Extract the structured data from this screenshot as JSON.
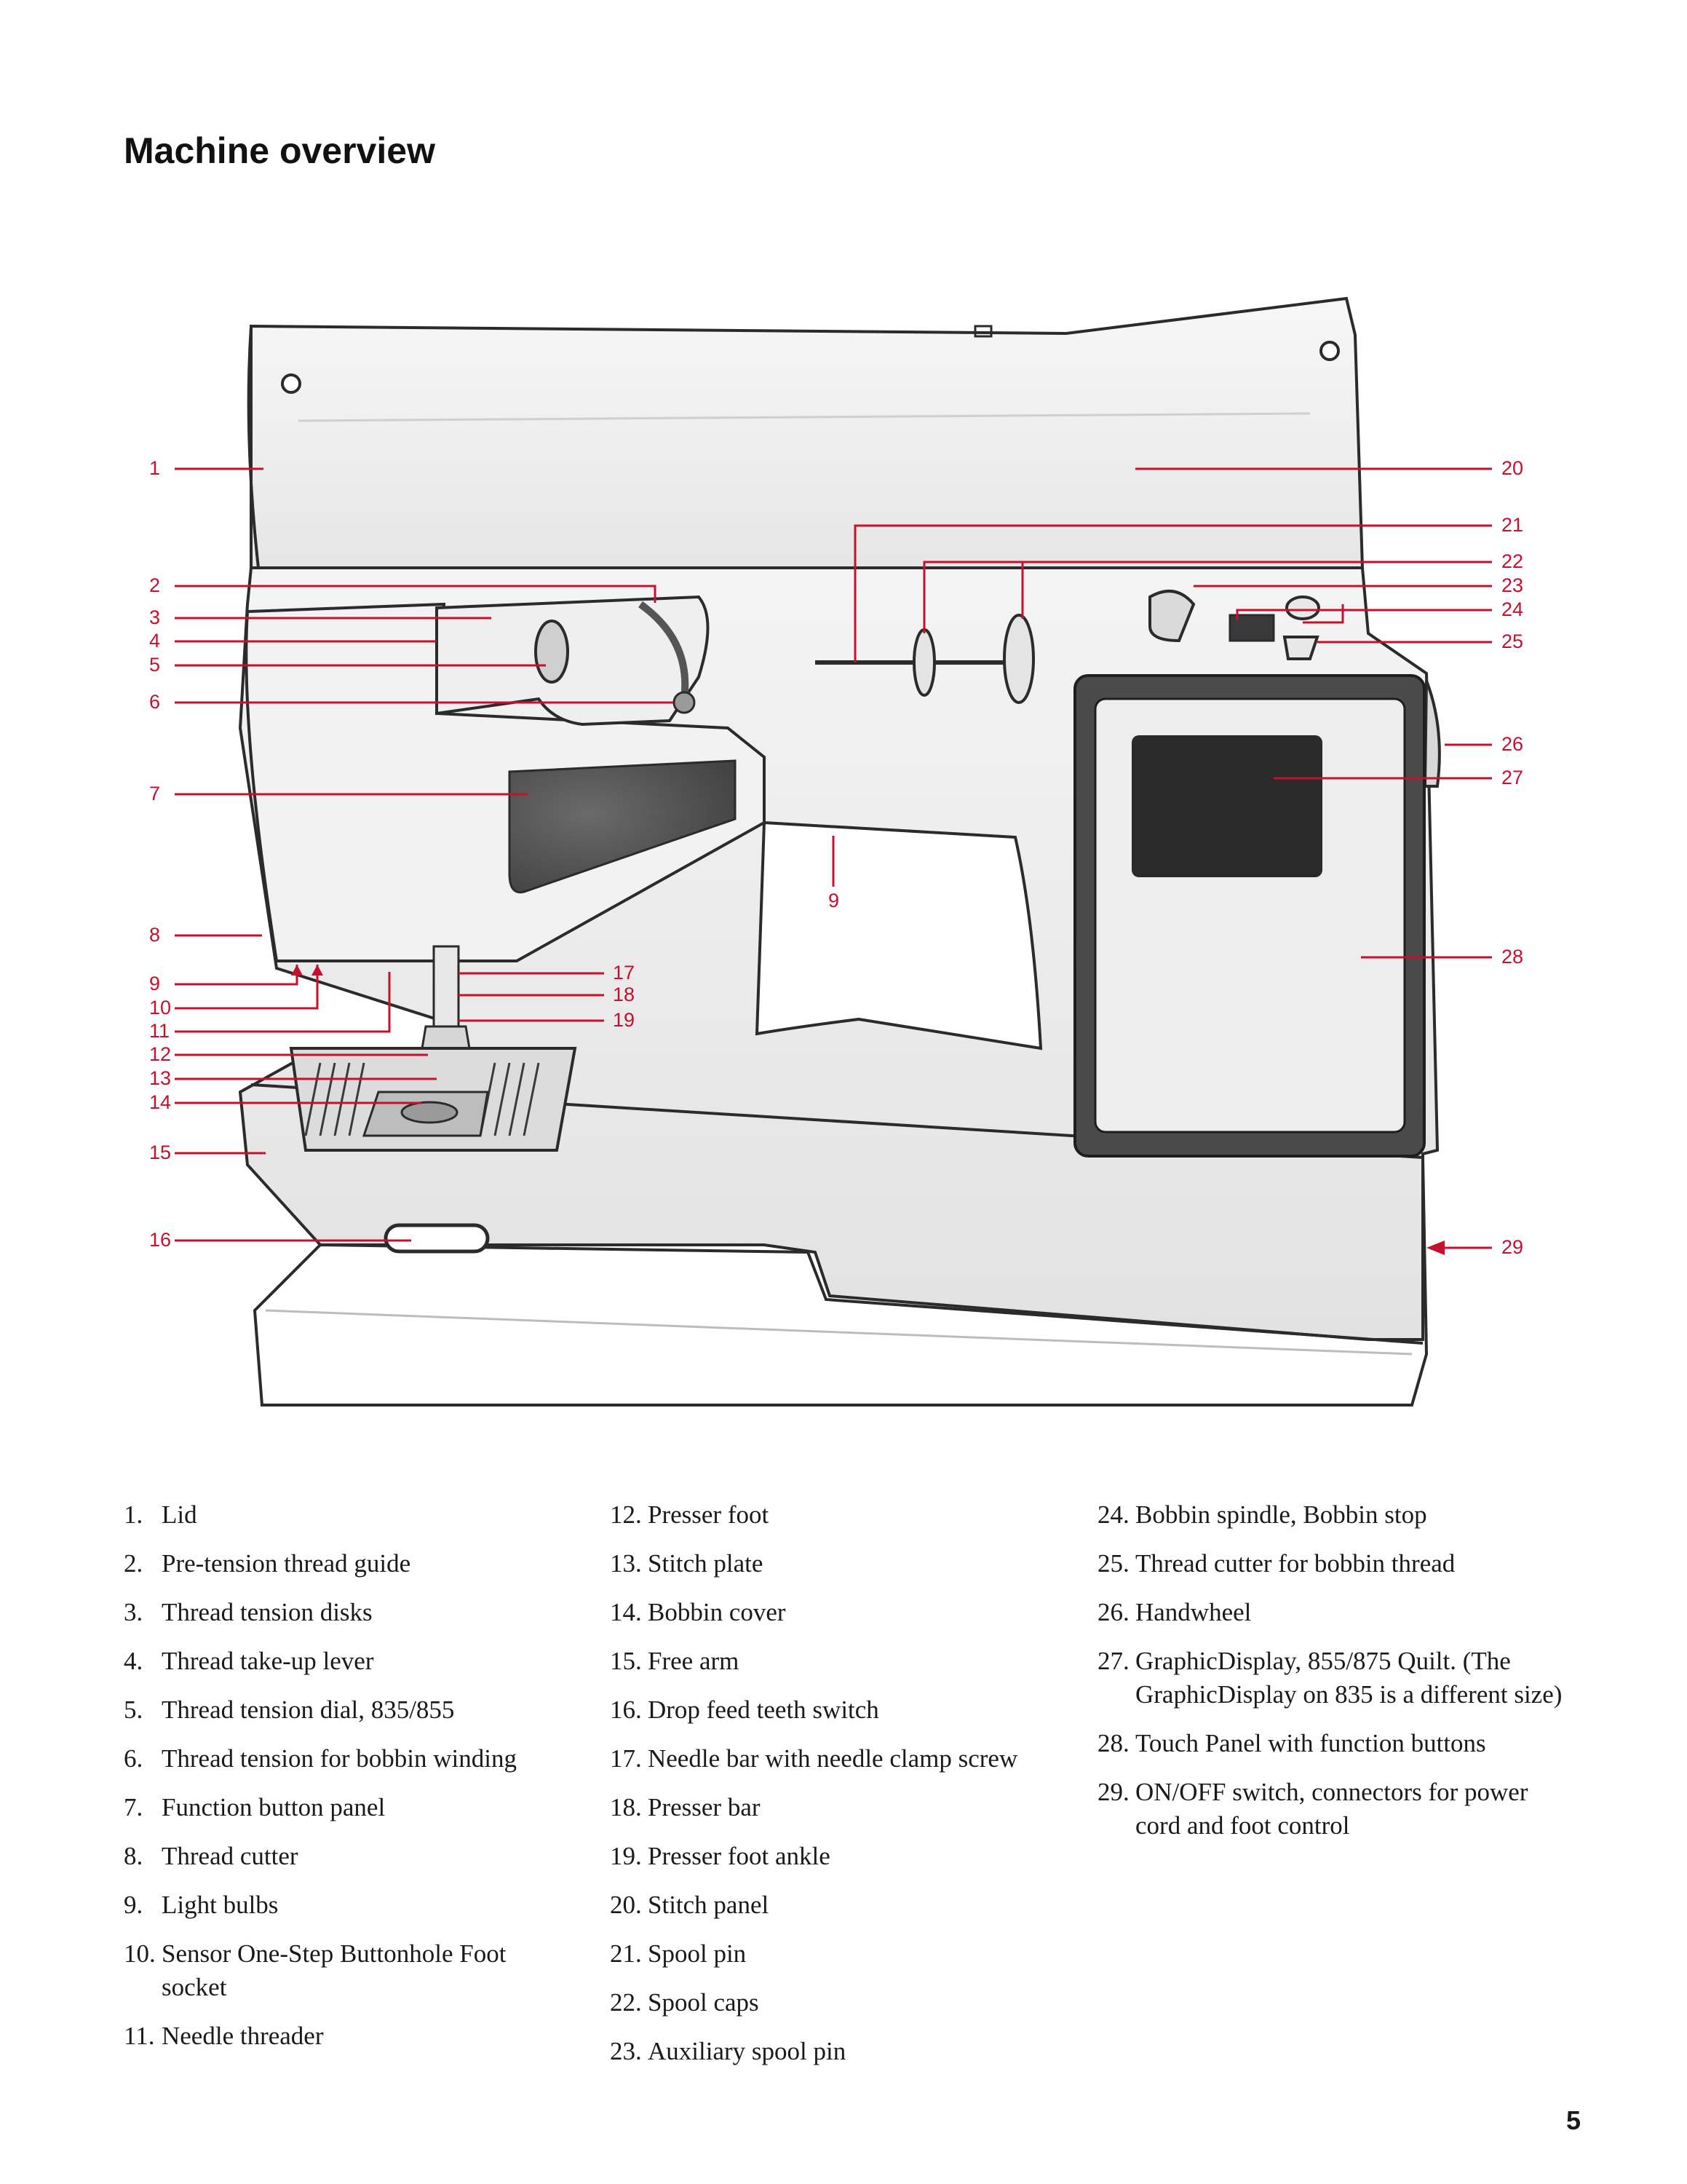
{
  "page": {
    "title": "Machine overview",
    "page_number": "5"
  },
  "colors": {
    "callout": "#c8102e",
    "machine_outline": "#2b2b2b",
    "display_dark": "#2a2a2a",
    "panel_grey": "#4b4b4b"
  },
  "callouts": [
    "1",
    "2",
    "3",
    "4",
    "5",
    "6",
    "7",
    "8",
    "9",
    "10",
    "11",
    "12",
    "13",
    "14",
    "15",
    "16",
    "17",
    "18",
    "19",
    "20",
    "21",
    "22",
    "23",
    "24",
    "25",
    "26",
    "27",
    "28",
    "29"
  ],
  "legend": {
    "col1": [
      {
        "num": "1.",
        "text": "Lid"
      },
      {
        "num": "2.",
        "text": "Pre-tension thread guide"
      },
      {
        "num": "3.",
        "text": "Thread tension disks"
      },
      {
        "num": "4.",
        "text": "Thread take-up lever"
      },
      {
        "num": "5.",
        "text": "Thread tension dial, 835/855"
      },
      {
        "num": "6.",
        "text": "Thread tension for bobbin winding"
      },
      {
        "num": "7.",
        "text": "Function button panel"
      },
      {
        "num": "8.",
        "text": "Thread cutter"
      },
      {
        "num": "9.",
        "text": "Light bulbs"
      },
      {
        "num": "10.",
        "text": "Sensor One-Step Buttonhole Foot socket"
      },
      {
        "num": "11.",
        "text": "Needle threader"
      }
    ],
    "col2": [
      {
        "num": "12.",
        "text": "Presser foot"
      },
      {
        "num": "13.",
        "text": "Stitch plate"
      },
      {
        "num": "14.",
        "text": "Bobbin cover"
      },
      {
        "num": "15.",
        "text": "Free arm"
      },
      {
        "num": "16.",
        "text": "Drop feed teeth switch"
      },
      {
        "num": "17.",
        "text": "Needle bar with needle clamp screw"
      },
      {
        "num": "18.",
        "text": "Presser bar"
      },
      {
        "num": "19.",
        "text": "Presser foot ankle"
      },
      {
        "num": "20.",
        "text": "Stitch panel"
      },
      {
        "num": "21.",
        "text": "Spool pin"
      },
      {
        "num": "22.",
        "text": "Spool caps"
      },
      {
        "num": "23.",
        "text": "Auxiliary spool pin"
      }
    ],
    "col3": [
      {
        "num": "24.",
        "text": "Bobbin spindle, Bobbin stop"
      },
      {
        "num": "25.",
        "text": "Thread cutter for bobbin thread"
      },
      {
        "num": "26.",
        "text": "Handwheel"
      },
      {
        "num": "27.",
        "text": "GraphicDisplay, 855/875 Quilt. (The GraphicDisplay on 835 is a different size)"
      },
      {
        "num": "28.",
        "text": "Touch Panel with function buttons"
      },
      {
        "num": "29.",
        "text": "ON/OFF switch, connectors for power cord and foot control"
      }
    ]
  }
}
